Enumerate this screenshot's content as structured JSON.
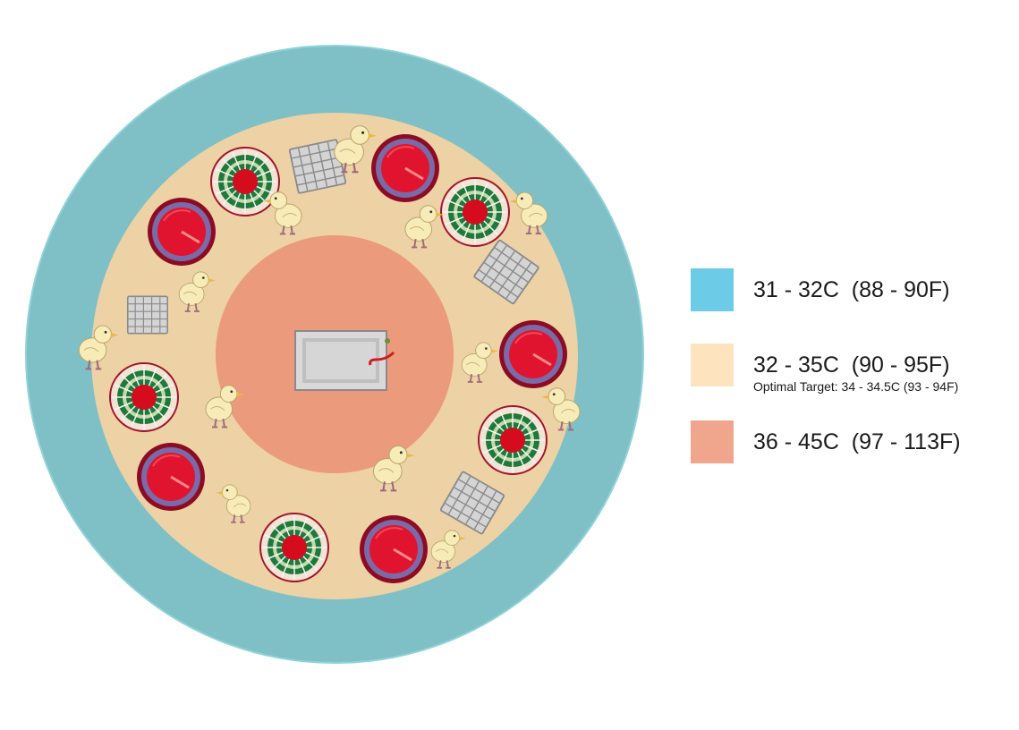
{
  "zones": [
    {
      "id": "outer",
      "label": "31 - 32C  (88 - 90F)",
      "color": "#7fc0c6",
      "swatch": "#6ccbe6"
    },
    {
      "id": "middle",
      "label": "32 - 35C  (90 - 95F)",
      "sublabel": "Optimal Target: 34 - 34.5C (93 - 94F)",
      "color": "#ecd2a5",
      "swatch": "#fde4bf"
    },
    {
      "id": "inner",
      "label": "36 - 45C  (97 - 113F)",
      "color": "#eb9a7c",
      "swatch": "#f0a68c"
    }
  ],
  "colors": {
    "drinker_red": "#c8102e",
    "drinker_rim": "#7b6aa8",
    "feeder_green": "#1e7a3c",
    "chick_yellow": "#f7ecb8",
    "tray_grey": "#b9b9b9",
    "heater_silver": "#bfbfbf"
  },
  "icons": [
    "heater-icon",
    "drinker-icon",
    "feeder-icon",
    "chick-icon",
    "feed-tray-icon"
  ]
}
